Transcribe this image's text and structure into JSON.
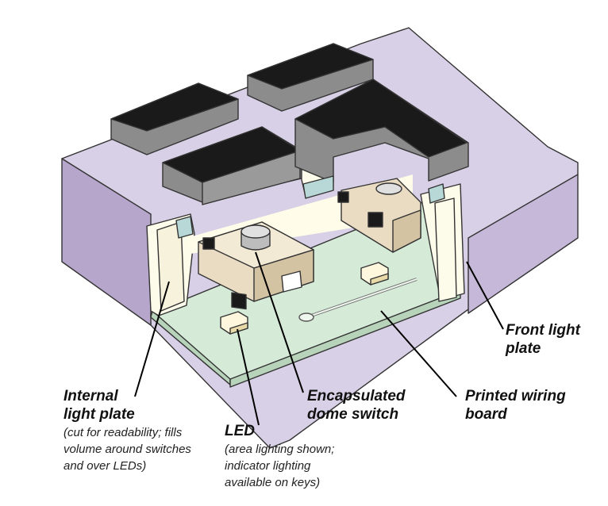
{
  "labels": {
    "front_light_plate": "Front light\nplate",
    "internal_light_plate": "Internal\nlight plate",
    "internal_light_plate_note": "(cut for readability; fills\nvolume around switches\nand over LEDs)",
    "encapsulated_dome_switch": "Encapsulated\ndome switch",
    "printed_wiring_board": "Printed wiring\nboard",
    "led": "LED",
    "led_note": "(area lighting shown;\nindicator lighting\navailable on keys)"
  },
  "colors": {
    "front_plate": "#d8d0e6",
    "front_plate_side": "#b6a6cc",
    "key_cap": "#1a1a1a",
    "key_side": "#8c8c8c",
    "board": "#d5ebd7",
    "switch_body": "#e9dcc3",
    "light_plate": "#fdfbea",
    "window": "#b8d8d8"
  }
}
